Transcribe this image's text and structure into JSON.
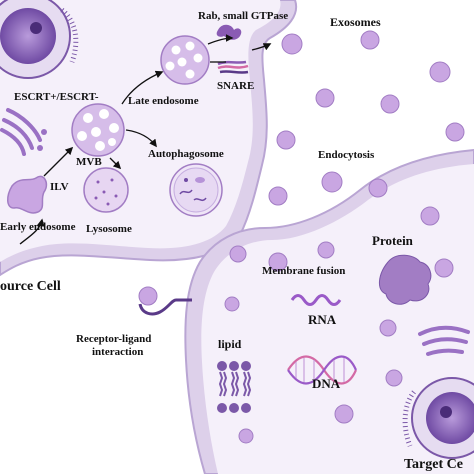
{
  "labels": {
    "rab": "Rab, small GTPase",
    "exosomes": "Exosomes",
    "escrt": "ESCRT+/ESCRT-",
    "snare": "SNARE",
    "late_endosome": "Late endosome",
    "autophagosome": "Autophagosome",
    "mvb": "MVB",
    "endocytosis": "Endocytosis",
    "ilv": "ILV",
    "early_endosome": "Early endosome",
    "lysosome": "Lysosome",
    "protein": "Protein",
    "membrane_fusion": "Membrane fusion",
    "source_cell": "ource Cell",
    "rna": "RNA",
    "receptor_ligand_1": "Receptor-ligand",
    "receptor_ligand_2": "interaction",
    "lipid": "lipid",
    "dna": "DNA",
    "target_cell": "Target Ce"
  },
  "colors": {
    "membrane": "#ddd0ea",
    "cytoplasm": "#f4effa",
    "vesicle": "#c9a6e2",
    "vesicle_stroke": "#a27dc4",
    "organelle": "#8a5bb4",
    "dark": "#5a3a88"
  }
}
